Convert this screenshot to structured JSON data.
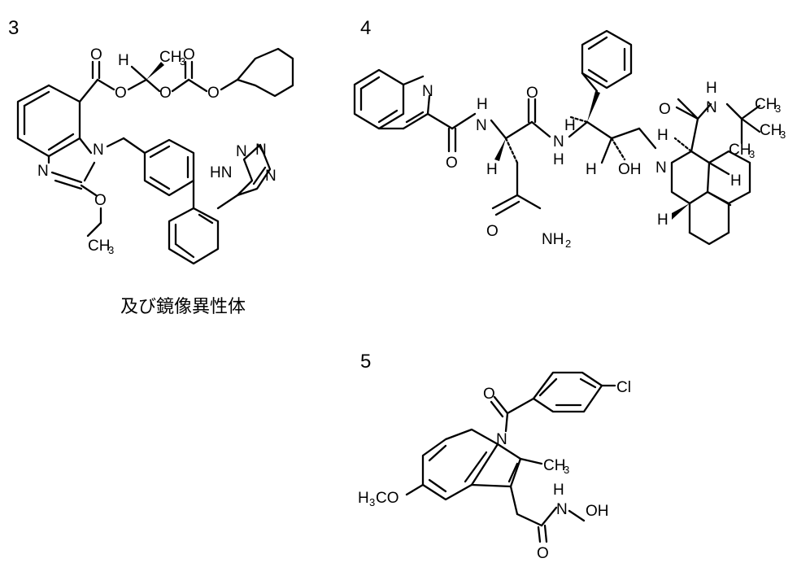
{
  "compounds": [
    {
      "number": "3",
      "caption": "及び鏡像異性体"
    },
    {
      "number": "4"
    },
    {
      "number": "5"
    }
  ],
  "atoms": {
    "O": "O",
    "N": "N",
    "H": "H",
    "HN": "HN",
    "NH": "NH",
    "OH": "OH",
    "Cl": "Cl",
    "CH": "CH",
    "NH2": "NH",
    "H3CO_h": "H",
    "H3CO_o": "CO",
    "three": "3",
    "two": "2"
  }
}
